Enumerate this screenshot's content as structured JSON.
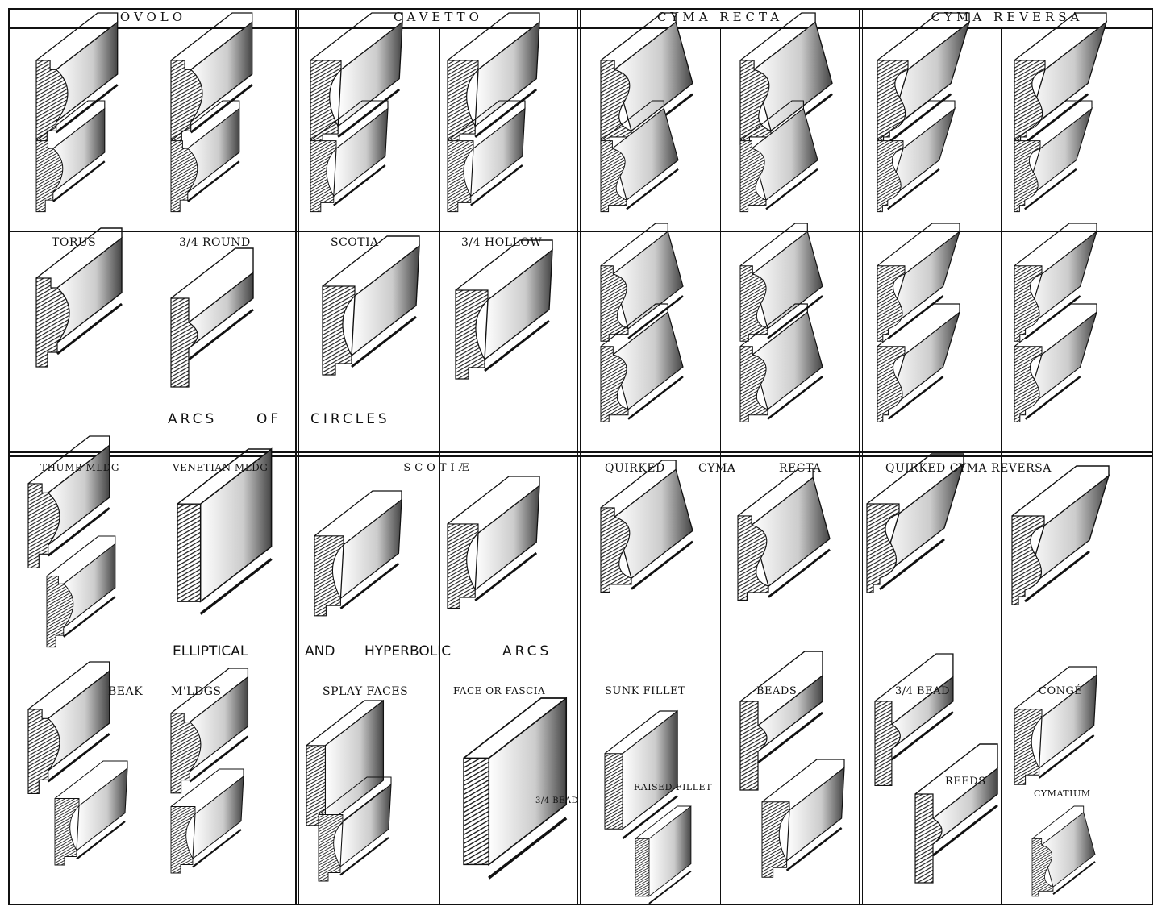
{
  "headers": [
    "OVOLO",
    "CAVETTO",
    "CYMA RECTA",
    "CYMA REVERSA"
  ],
  "row2": {
    "torus": "TORUS",
    "three_quarter_round": "3/4 ROUND",
    "scotia": "SCOTIA",
    "three_quarter_hollow": "3/4 HOLLOW",
    "caption": [
      "ARCS",
      "OF",
      "CIRCLES"
    ]
  },
  "row3": {
    "thumb": "THUMB MLDG",
    "venetian": "VENETIAN MLDG",
    "scotiae": "SCOTIÆ",
    "quirked_recta": [
      "QUIRKED",
      "CYMA",
      "RECTA"
    ],
    "quirked_reversa": "QUIRKED CYMA REVERSA",
    "caption": [
      "ELLIPTICAL",
      "AND",
      "HYPERBOLIC",
      "ARCS"
    ]
  },
  "row4": {
    "beak": "BEAK",
    "mldgs": "M'LDGS",
    "splay": "SPLAY FACES",
    "fascia": "FACE OR FASCIA",
    "small_bead": "3/4 BEAD",
    "sunk_fillet": "SUNK FILLET",
    "raised_fillet": "RAISED FILLET",
    "beads": "BEADS",
    "three_quarter_bead": "3/4 BEAD",
    "reeds": "REEDS",
    "conge": "CONGÉ",
    "cymatium": "CYMATIUM"
  }
}
